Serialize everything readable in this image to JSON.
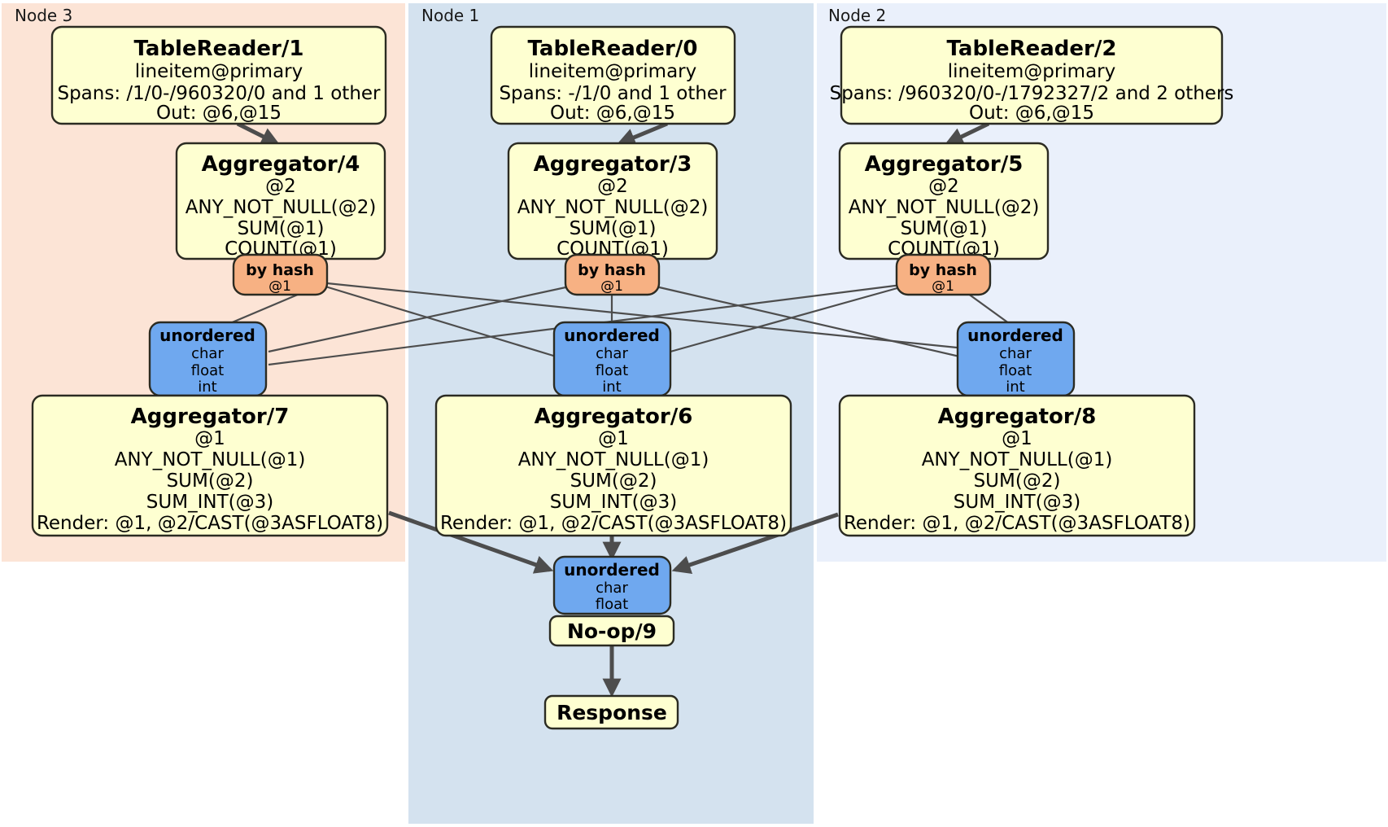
{
  "diagram": {
    "title": "Distributed query plan",
    "colors": {
      "node3_panel": "#fce4d6",
      "node1_panel": "#d4e2ef",
      "node2_panel": "#eaf0fb",
      "processor_box": "#feffd1",
      "router_box": "#6fa8ef",
      "hash_box": "#f7b183",
      "edge": "#4d4d4d",
      "border": "#2b2b22"
    },
    "panels": [
      {
        "id": "node3",
        "label": "Node 3"
      },
      {
        "id": "node1",
        "label": "Node 1"
      },
      {
        "id": "node2",
        "label": "Node 2"
      }
    ],
    "nodes": {
      "tablereader_1": {
        "title": "TableReader/1",
        "lines": [
          "lineitem@primary",
          "Spans: /1/0-/960320/0 and 1 other",
          "Out: @6,@15"
        ]
      },
      "tablereader_0": {
        "title": "TableReader/0",
        "lines": [
          "lineitem@primary",
          "Spans: -/1/0 and 1 other",
          "Out: @6,@15"
        ]
      },
      "tablereader_2": {
        "title": "TableReader/2",
        "lines": [
          "lineitem@primary",
          "Spans: /960320/0-/1792327/2 and 2 others",
          "Out: @6,@15"
        ]
      },
      "aggregator_4": {
        "title": "Aggregator/4",
        "lines": [
          "@2",
          "ANY_NOT_NULL(@2)",
          "SUM(@1)",
          "COUNT(@1)"
        ]
      },
      "aggregator_3": {
        "title": "Aggregator/3",
        "lines": [
          "@2",
          "ANY_NOT_NULL(@2)",
          "SUM(@1)",
          "COUNT(@1)"
        ]
      },
      "aggregator_5": {
        "title": "Aggregator/5",
        "lines": [
          "@2",
          "ANY_NOT_NULL(@2)",
          "SUM(@1)",
          "COUNT(@1)"
        ]
      },
      "aggregator_7": {
        "title": "Aggregator/7",
        "lines": [
          "@1",
          "ANY_NOT_NULL(@1)",
          "SUM(@2)",
          "SUM_INT(@3)",
          "Render: @1, @2/CAST(@3ASFLOAT8)"
        ]
      },
      "aggregator_6": {
        "title": "Aggregator/6",
        "lines": [
          "@1",
          "ANY_NOT_NULL(@1)",
          "SUM(@2)",
          "SUM_INT(@3)",
          "Render: @1, @2/CAST(@3ASFLOAT8)"
        ]
      },
      "aggregator_8": {
        "title": "Aggregator/8",
        "lines": [
          "@1",
          "ANY_NOT_NULL(@1)",
          "SUM(@2)",
          "SUM_INT(@3)",
          "Render: @1, @2/CAST(@3ASFLOAT8)"
        ]
      },
      "hash_left": {
        "title": "by hash",
        "lines": [
          "@1"
        ]
      },
      "hash_center": {
        "title": "by hash",
        "lines": [
          "@1"
        ]
      },
      "hash_right": {
        "title": "by hash",
        "lines": [
          "@1"
        ]
      },
      "unordered_left": {
        "title": "unordered",
        "lines": [
          "char",
          "float",
          "int"
        ]
      },
      "unordered_center": {
        "title": "unordered",
        "lines": [
          "char",
          "float",
          "int"
        ]
      },
      "unordered_right": {
        "title": "unordered",
        "lines": [
          "char",
          "float",
          "int"
        ]
      },
      "unordered_final": {
        "title": "unordered",
        "lines": [
          "char",
          "float"
        ]
      },
      "noop_9": {
        "title": "No-op/9",
        "lines": []
      },
      "response": {
        "title": "Response",
        "lines": []
      }
    }
  }
}
